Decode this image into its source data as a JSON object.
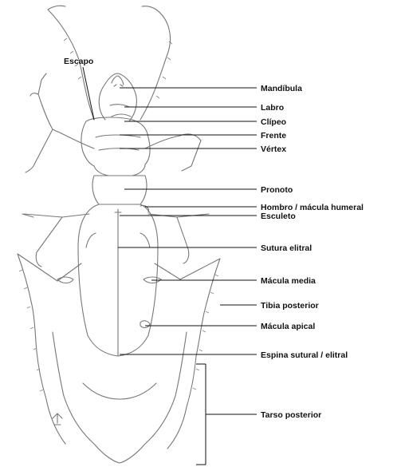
{
  "diagram": {
    "labels": {
      "escapo": "Escapo",
      "mandibula": "Mandíbula",
      "labro": "Labro",
      "clipeo": "Clípeo",
      "frente": "Frente",
      "vertex": "Vértex",
      "pronoto": "Pronoto",
      "hombro": "Hombro / mácula humeral",
      "esculeto": "Esculeto",
      "sutura": "Sutura elitral",
      "macula_media": "Mácula media",
      "tibia": "Tibia posterior",
      "macula_apical": "Mácula apical",
      "espina": "Espina sutural / elitral",
      "tarso": "Tarso posterior"
    },
    "colors": {
      "drawing": "#777777",
      "text": "#111111",
      "background": "#ffffff"
    }
  }
}
